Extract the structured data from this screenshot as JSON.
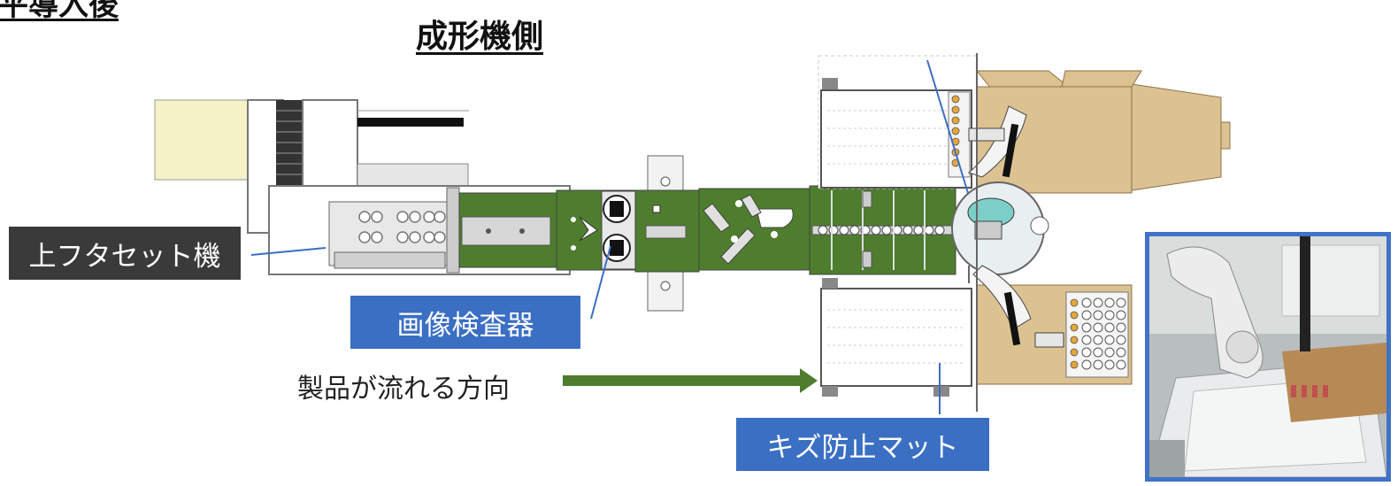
{
  "header_partial": "平導入後",
  "title": "成形機側",
  "labels": {
    "lid_setter": "上フタセット機",
    "image_inspector": "画像検査器",
    "flow_direction": "製品が流れる方向",
    "scratch_mat": "キズ防止マット"
  },
  "colors": {
    "conveyor_green": "#4e7d2e",
    "flow_arrow": "#4e7d2e",
    "label_blue": "#3a6fc4",
    "label_dark": "#3a3a3a",
    "cardboard": "#dcc191",
    "photo_border": "#3f72c8"
  }
}
